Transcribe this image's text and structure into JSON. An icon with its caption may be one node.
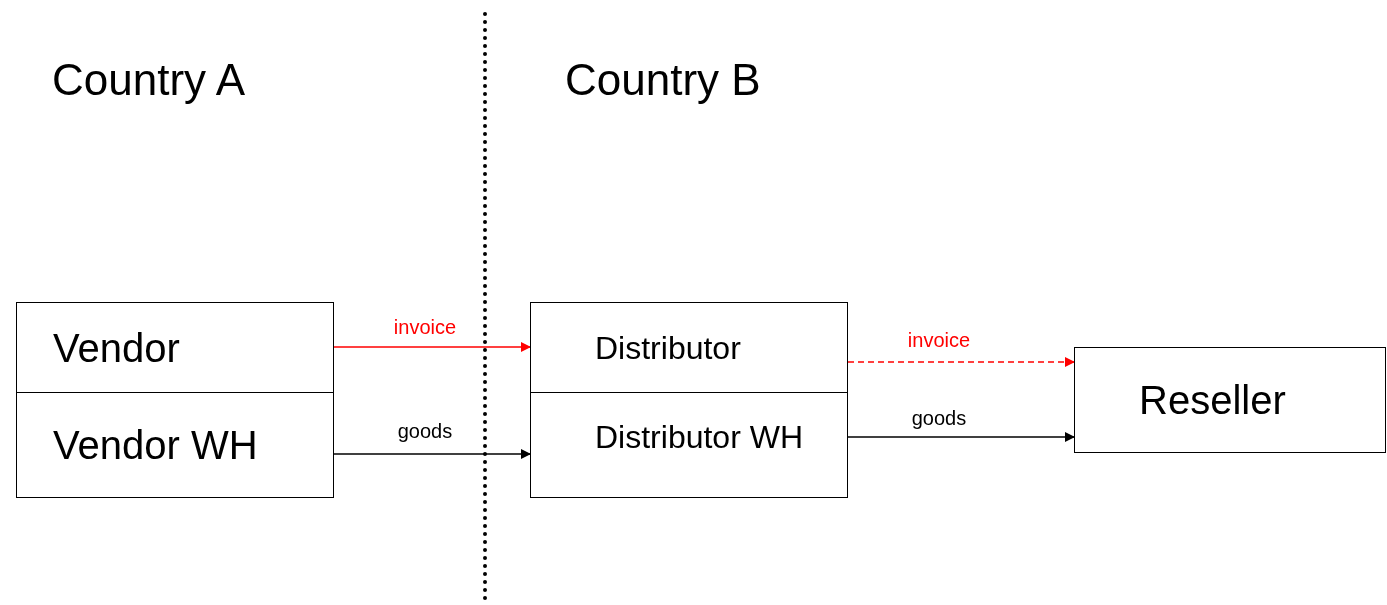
{
  "diagram": {
    "nodes": [
      {
        "text": [
          "Vendor"
        ]
      },
      {
        "text": [
          "Vendor WH"
        ]
      },
      {
        "text": [
          "Distributor"
        ]
      },
      {
        "text": [
          "Distributor WH"
        ]
      },
      {
        "text": [
          "Reseller"
        ]
      }
    ],
    "edges": [
      {
        "from": 0,
        "to": 2,
        "arrow": "to",
        "label": "invoice",
        "color": "#ff0000"
      },
      {
        "from": 1,
        "to": 3,
        "arrow": "to",
        "label": "goods",
        "color": "#000000"
      },
      {
        "from": 2,
        "to": 4,
        "arrow": "to",
        "label": "invoice",
        "style": "dashed",
        "color": "#ff0000"
      },
      {
        "from": 3,
        "to": 4,
        "arrow": "to",
        "label": "goods",
        "color": "#000000"
      }
    ],
    "labels": [
      "Country A",
      "Country B"
    ]
  }
}
